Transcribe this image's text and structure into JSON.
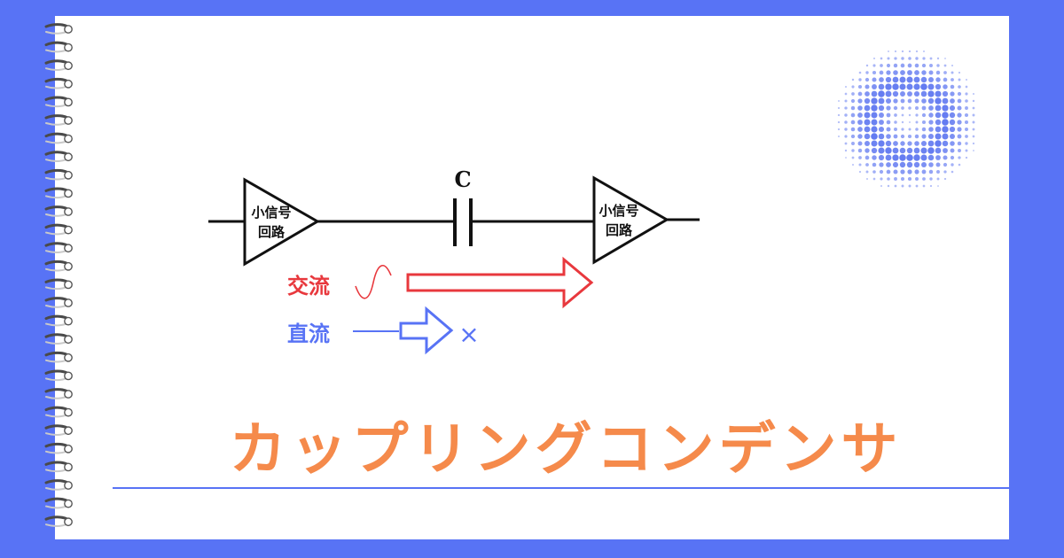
{
  "title": "カップリングコンデンサ",
  "diagram": {
    "capacitor_label": "C",
    "amp_left_label_line1": "小信号",
    "amp_left_label_line2": "回路",
    "amp_right_label_line1": "小信号",
    "amp_right_label_line2": "回路",
    "ac_label": "交流",
    "dc_label": "直流",
    "dc_blocked_symbol": "×"
  },
  "colors": {
    "background": "#5873f5",
    "paper": "#ffffff",
    "title": "#f58a4b",
    "ac": "#e8383d",
    "dc": "#5873f5",
    "line": "#111111"
  },
  "decorations": [
    "spiral-binding-rings",
    "dot-halftone-circle-icon"
  ]
}
